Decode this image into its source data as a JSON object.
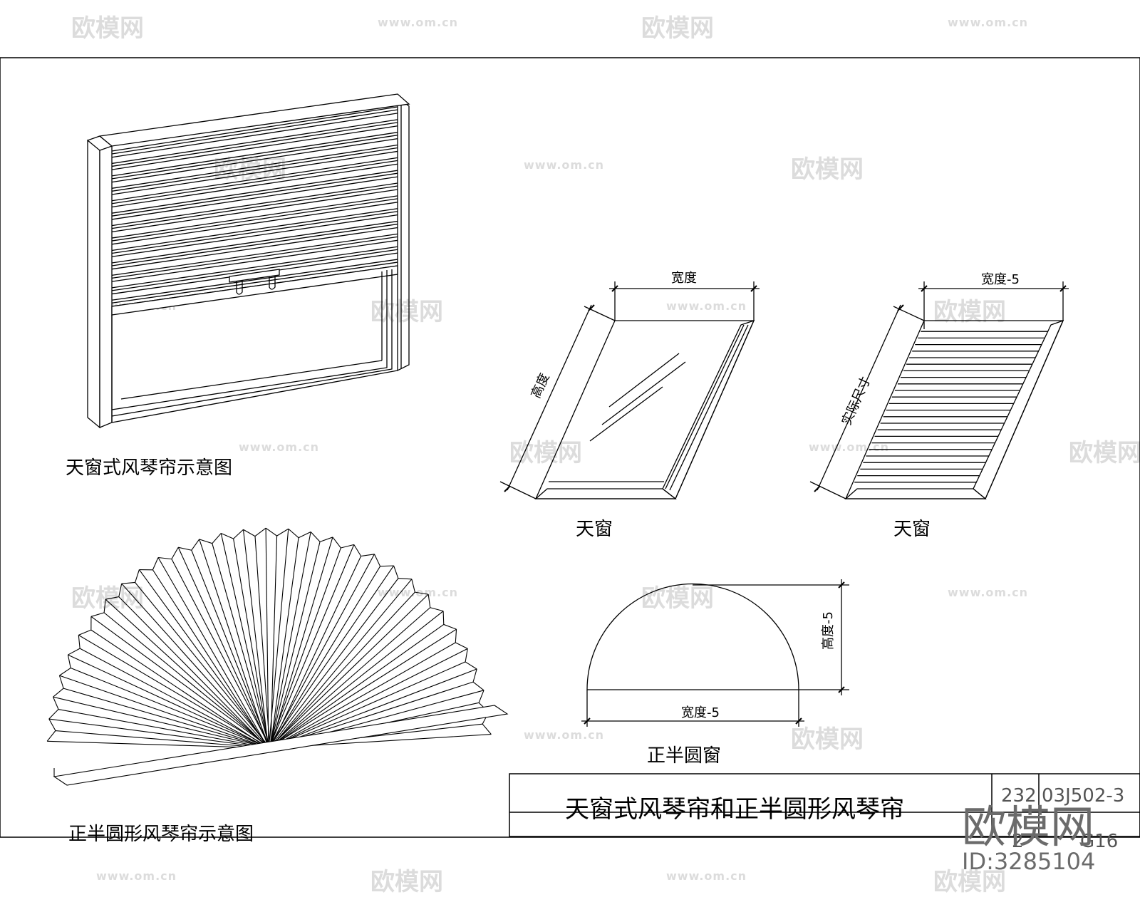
{
  "figures": {
    "skylight_blind_caption": "天窗式风琴帘示意图",
    "semicircle_blind_caption": "正半圆形风琴帘示意图",
    "skylight_1_caption": "天窗",
    "skylight_2_caption": "天窗",
    "semicircle_window_caption": "正半圆窗"
  },
  "dimensions": {
    "skylight_1_width": "宽度",
    "skylight_1_height": "高度",
    "skylight_2_width": "宽度-5",
    "skylight_2_height": "实际尺寸",
    "semicircle_height": "高度-5",
    "semicircle_width": "宽度-5"
  },
  "title_block": {
    "title": "天窗式风琴帘和正半圆形风琴帘",
    "atlas_no": "03J502-3",
    "page_no": "G16",
    "cell_1": "232",
    "cell_2": "2"
  },
  "watermark": {
    "logo_text": "欧模网",
    "url_text": "www.om.cn"
  },
  "brand": {
    "name": "欧模网",
    "id_text": "ID:3285104"
  }
}
